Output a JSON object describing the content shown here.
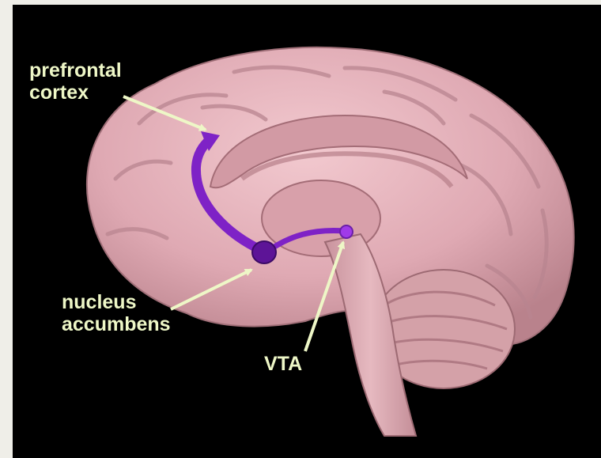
{
  "labels": {
    "prefrontal_cortex": "prefrontal\ncortex",
    "nucleus_accumbens": "nucleus\naccumbens",
    "vta": "VTA"
  },
  "colors": {
    "background": "#000000",
    "page": "#efeee8",
    "label_text": "#eef7c7",
    "brain": "#e0aeb6",
    "pathway": "#7e22c6"
  }
}
